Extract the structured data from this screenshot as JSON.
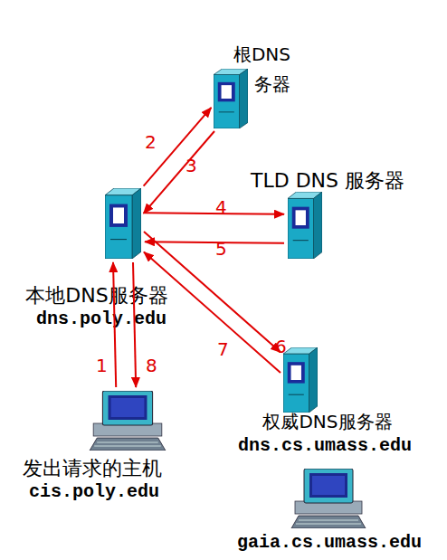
{
  "diagram": {
    "nodes": [
      {
        "text": [
          "根DNS 务器"
        ]
      },
      {
        "text": [
          "TLD DNS 服务器"
        ]
      },
      {
        "text": [
          "本地DNS服务器",
          "dns.poly.edu"
        ]
      },
      {
        "text": [
          "权威DNS服务器",
          "dns.cs.umass.edu"
        ]
      },
      {
        "text": [
          "发出请求的主机",
          "cis.poly.edu"
        ]
      },
      {
        "text": [
          "gaia.cs.umass.edu"
        ]
      }
    ],
    "edges": [
      {
        "from": 4,
        "to": 2,
        "arrow": "to",
        "label": "1"
      },
      {
        "from": 2,
        "to": 0,
        "arrow": "to",
        "label": "2"
      },
      {
        "from": 0,
        "to": 2,
        "arrow": "to",
        "label": "3"
      },
      {
        "from": 2,
        "to": 1,
        "arrow": "to",
        "label": "4"
      },
      {
        "from": 1,
        "to": 2,
        "arrow": "to",
        "label": "5"
      },
      {
        "from": 2,
        "to": 3,
        "arrow": "to",
        "label": "6"
      },
      {
        "from": 3,
        "to": 2,
        "arrow": "to",
        "label": "7"
      },
      {
        "from": 2,
        "to": 4,
        "arrow": "to",
        "label": "8"
      }
    ]
  }
}
